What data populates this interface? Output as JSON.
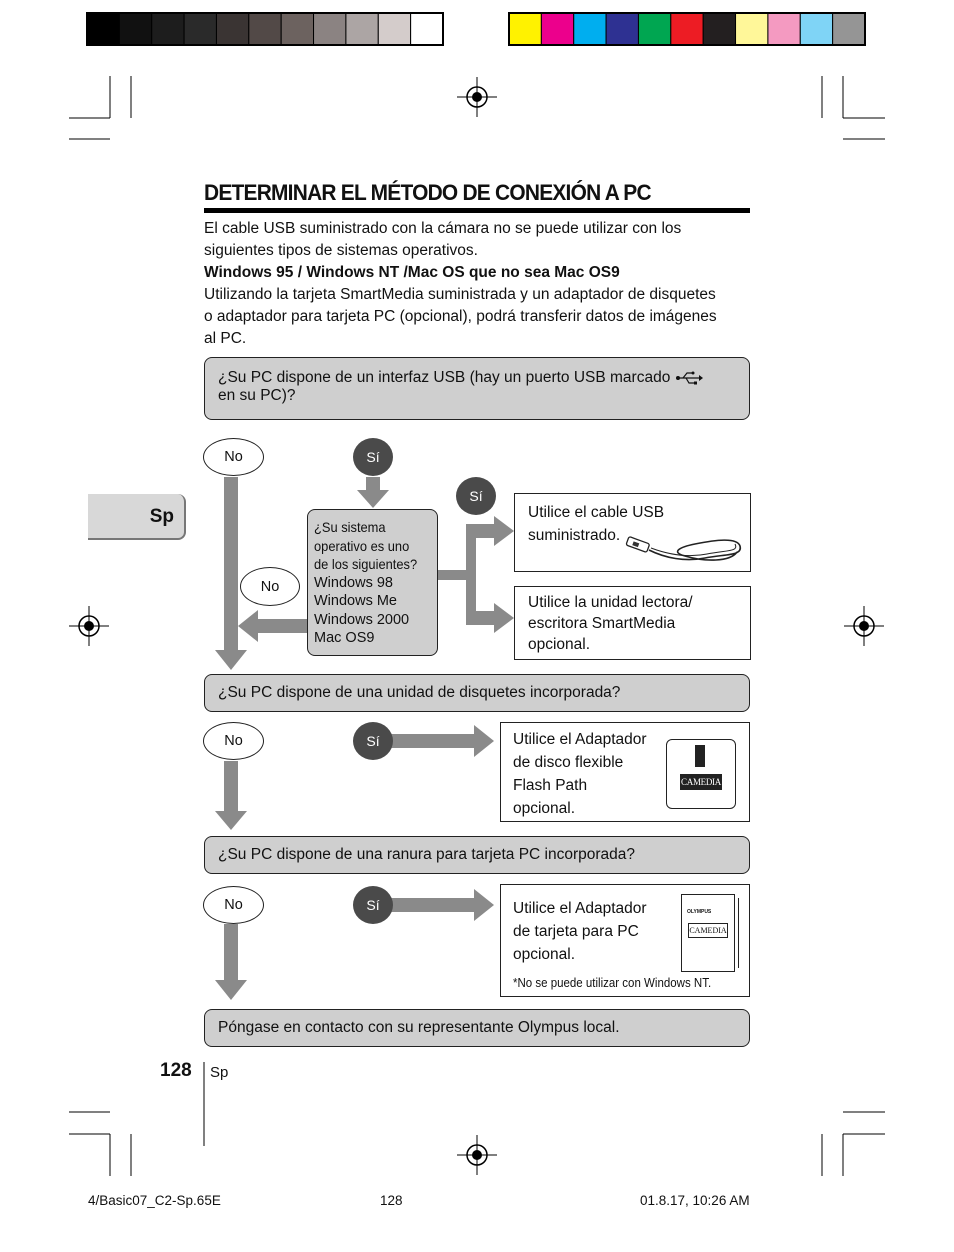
{
  "print_marks": {
    "grayscale_swatches": [
      "#000000",
      "#111111",
      "#1d1d1d",
      "#2a2a2a",
      "#3a3433",
      "#524947",
      "#6c625f",
      "#8b8382",
      "#aca5a4",
      "#d4cccb",
      "#ffffff"
    ],
    "color_swatches": [
      "#fff200",
      "#ec008c",
      "#00aeef",
      "#2e3192",
      "#00a651",
      "#ed1c24",
      "#231f20",
      "#fff799",
      "#f49ac1",
      "#7fd4f6",
      "#959595"
    ]
  },
  "heading": {
    "title": "DETERMINAR EL MÉTODO DE CONEXIÓN A PC"
  },
  "intro": {
    "line1": "El cable USB suministrado con la cámara no se puede utilizar con los",
    "line2": "siguientes tipos de sistemas operativos.",
    "bold_line": "Windows 95 / Windows NT /Mac OS que no sea Mac OS9",
    "line3": "Utilizando la tarjeta SmartMedia suministrada y un adaptador de disquetes",
    "line4": "o adaptador para tarjeta PC (opcional), podrá transferir datos de imágenes",
    "line5": "al PC."
  },
  "side_tab": {
    "label": "Sp"
  },
  "flow": {
    "q1": {
      "line1": "¿Su PC dispone de un interfaz USB (hay un puerto USB marcado",
      "line2": "en su PC)?"
    },
    "no": "No",
    "yes": "Sí",
    "q2": {
      "line1": "¿Su sistema",
      "line2": "operativo es uno",
      "line3": "de los siguientes?",
      "os1": "Windows 98",
      "os2": "Windows Me",
      "os3": "Windows 2000",
      "os4": "Mac OS9"
    },
    "r_usb": {
      "line1": "Utilice el cable USB",
      "line2": "suministrado."
    },
    "r_reader": {
      "line1": "Utilice la unidad lectora/",
      "line2": "escritora SmartMedia",
      "line3": "opcional."
    },
    "q3": "¿Su PC dispone de una unidad de disquetes incorporada?",
    "r_flashpath": {
      "line1": "Utilice el Adaptador",
      "line2": "de disco flexible",
      "line3": "Flash Path",
      "line4": "opcional.",
      "brand": "CAMEDIA"
    },
    "q4": "¿Su PC dispone de una ranura para tarjeta PC incorporada?",
    "r_pccard": {
      "line1": "Utilice el Adaptador",
      "line2": "de tarjeta para PC",
      "line3": "opcional.",
      "note": "*No se puede utilizar con Windows NT.",
      "brand": "CAMEDIA",
      "maker": "OLYMPUS"
    },
    "final": "Póngase en contacto con su representante Olympus local."
  },
  "footer": {
    "page_number": "128",
    "lang": "Sp",
    "file": "4/Basic07_C2-Sp.65E",
    "center_number": "128",
    "timestamp": "01.8.17, 10:26 AM"
  }
}
